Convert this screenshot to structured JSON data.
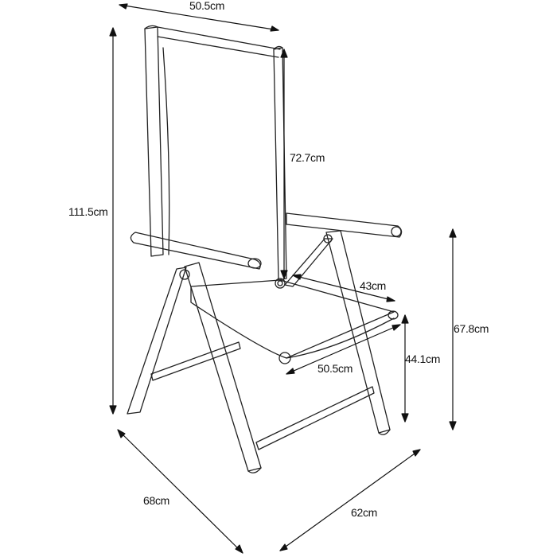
{
  "diagram": {
    "subject": "Reclining folding garden chair with armrests — dimension drawing",
    "dimensions": {
      "backrest_width": "50.5cm",
      "backrest_height": "72.7cm",
      "total_height": "111.5cm",
      "seat_depth": "43cm",
      "seat_width": "50.5cm",
      "seat_height": "44.1cm",
      "armrest_height": "67.8cm",
      "total_depth": "68cm",
      "total_width": "62cm"
    },
    "colors": {
      "line": "#111111",
      "background": "#ffffff"
    }
  }
}
